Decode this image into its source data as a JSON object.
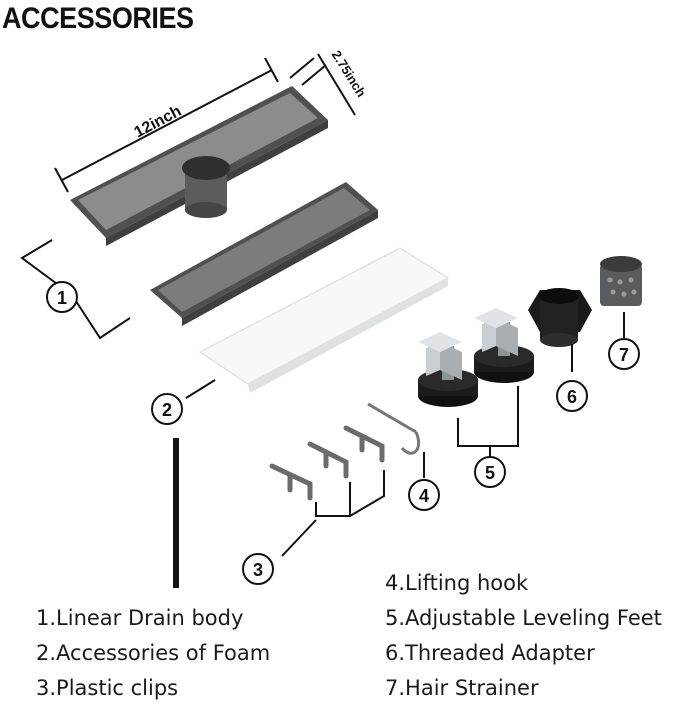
{
  "title": "ACCESSORIES",
  "dimensions": {
    "length": "12inch",
    "width": "2.75inch"
  },
  "callouts": [
    "1",
    "2",
    "3",
    "4",
    "5",
    "6",
    "7"
  ],
  "legend": [
    "1.Linear Drain body",
    "2.Accessories of Foam",
    "3.Plastic clips",
    "4.Lifting hook",
    "5.Adjustable Leveling Feet",
    "6.Threaded Adapter",
    "7.Hair Strainer"
  ],
  "colors": {
    "metal": "#58595b",
    "metal_light": "#8a8b8d",
    "foam": "#f7f8f8",
    "ink": "#111111"
  }
}
